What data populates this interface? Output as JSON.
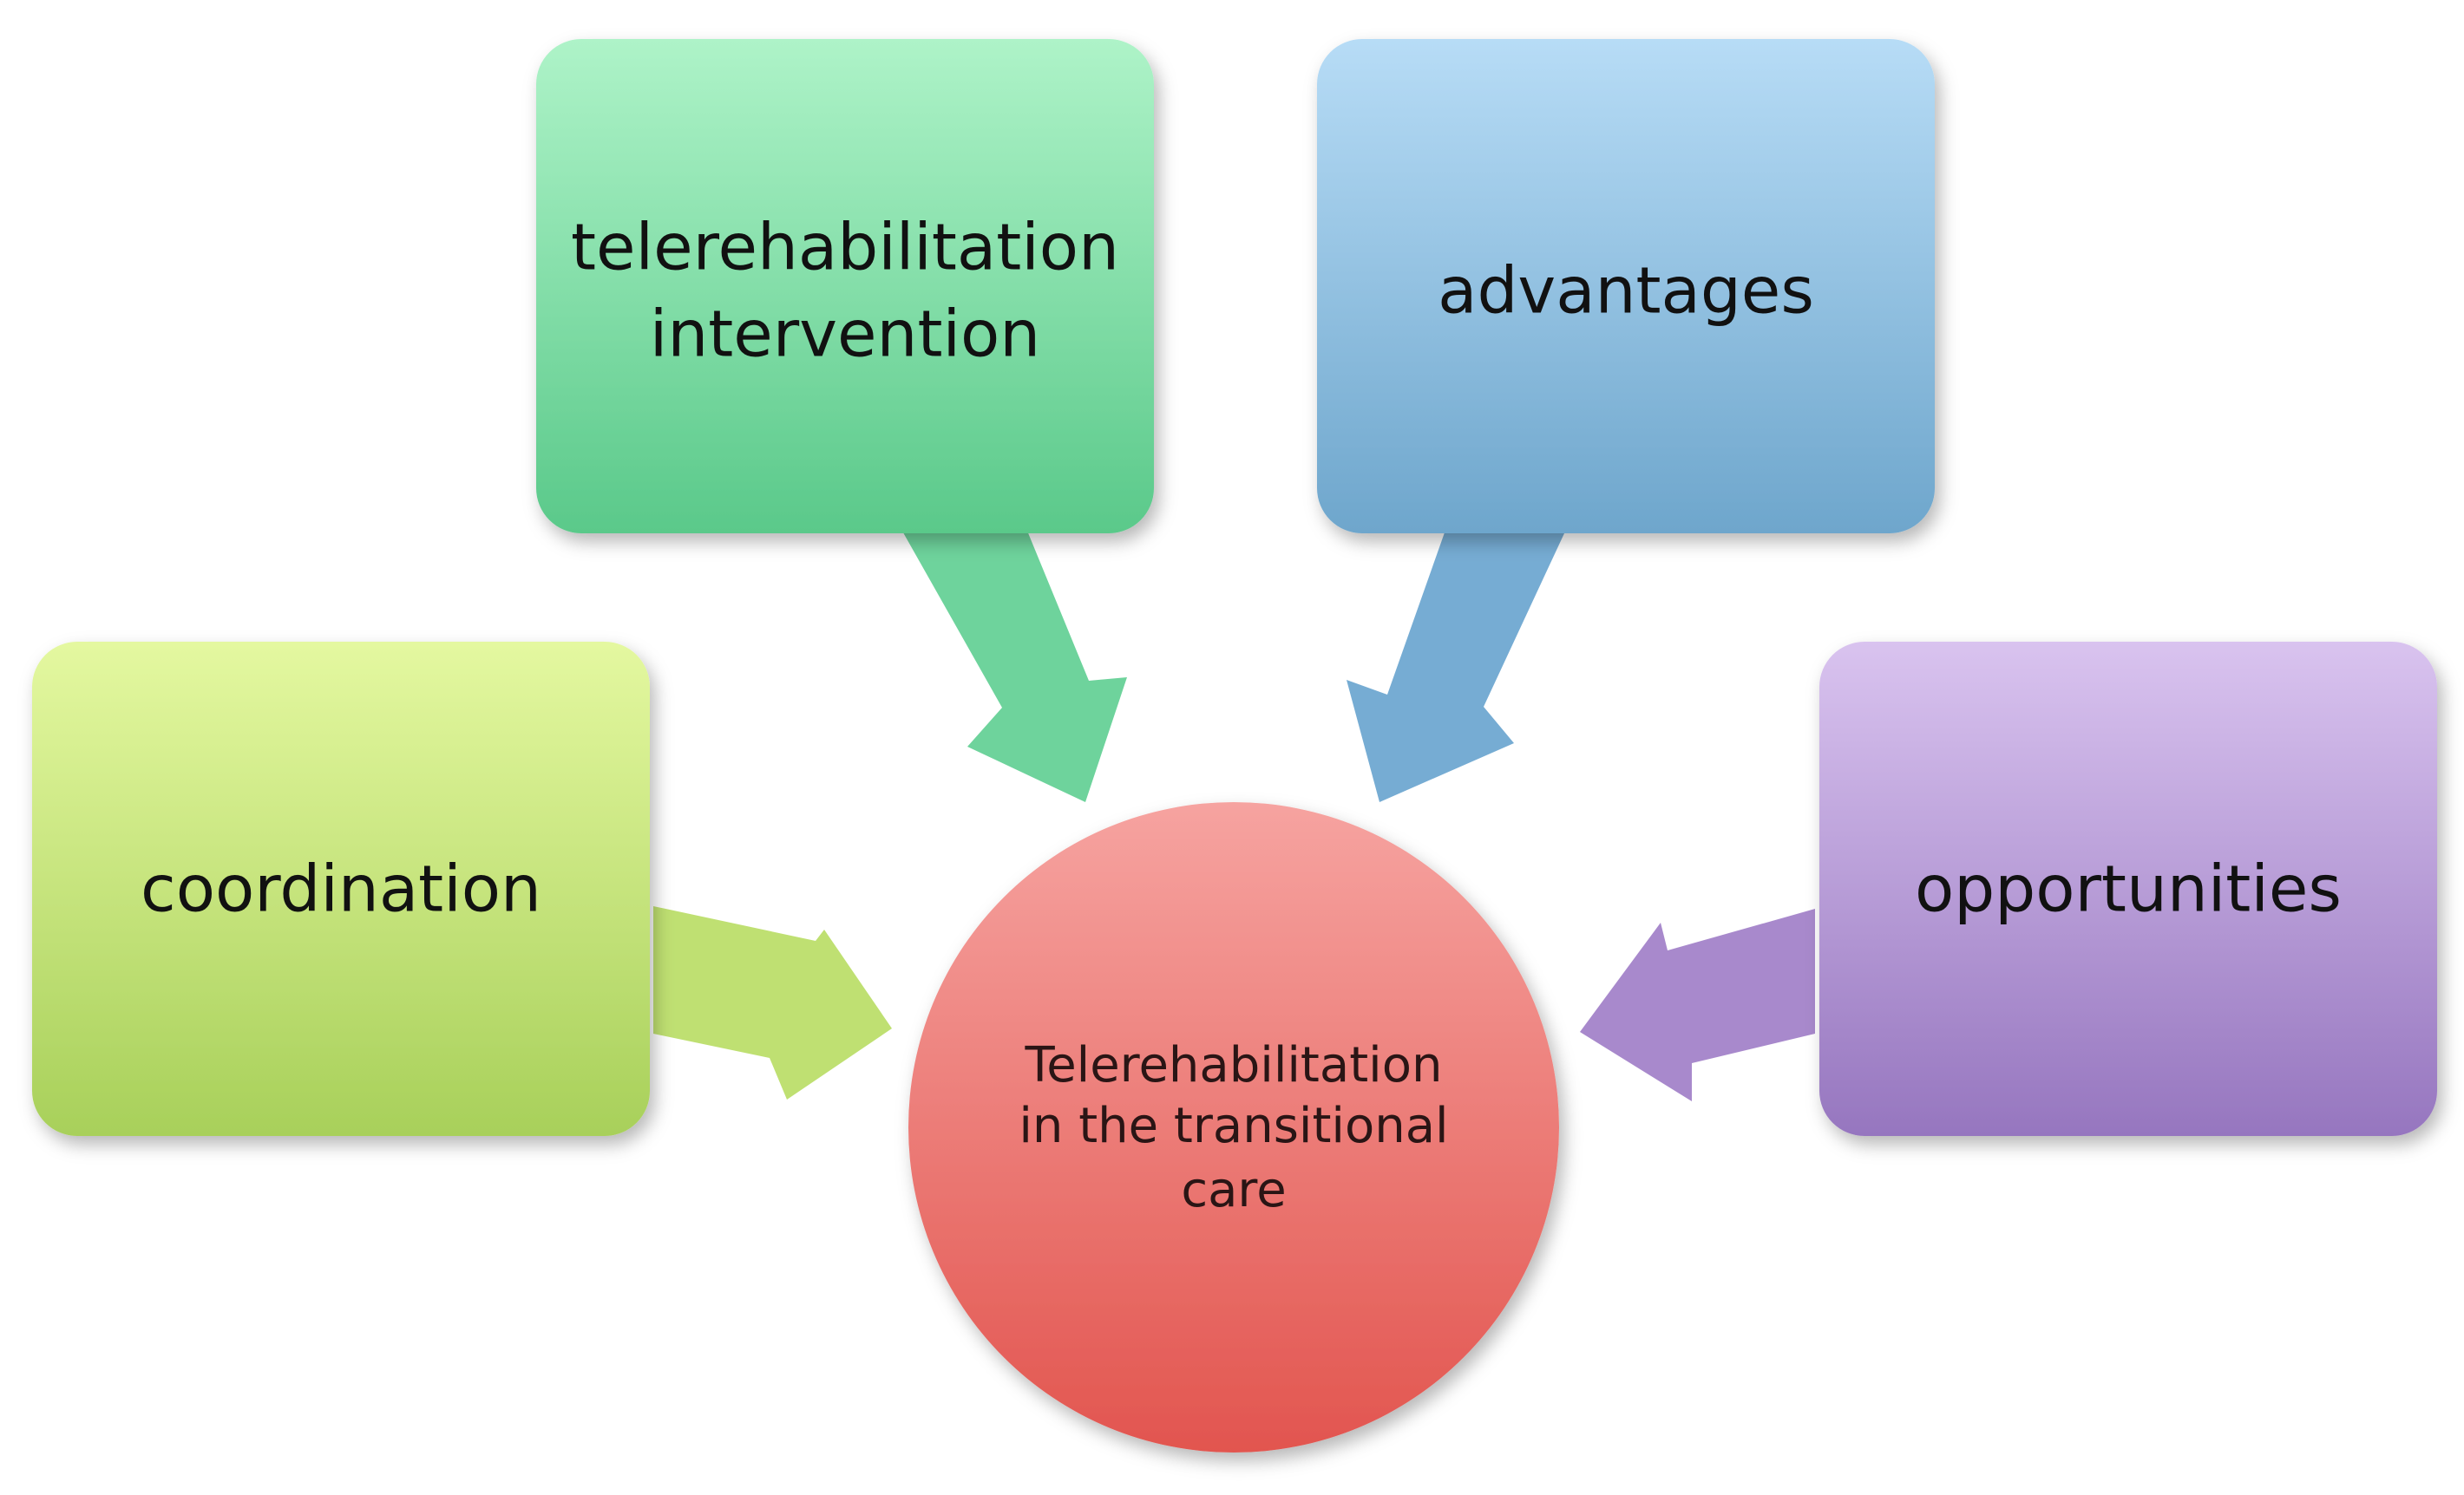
{
  "center": {
    "lines": [
      "Telerehabilitation",
      "in the transitional",
      "care"
    ],
    "color_top": "#f6a3a0",
    "color_bottom": "#e2554f"
  },
  "nodes": [
    {
      "id": "telerehabilitation-intervention",
      "lines": [
        "telerehabilitation",
        "intervention"
      ],
      "color_top": "#aef3c8",
      "color_bottom": "#5ac98a",
      "arrow_color": "#6ed39c"
    },
    {
      "id": "advantages",
      "lines": [
        "advantages"
      ],
      "color_top": "#b7dcf6",
      "color_bottom": "#6ea6cc",
      "arrow_color": "#76acd3"
    },
    {
      "id": "coordination",
      "lines": [
        "coordination"
      ],
      "color_top": "#e4f8a0",
      "color_bottom": "#a8d05a",
      "arrow_color": "#bfe072"
    },
    {
      "id": "opportunities",
      "lines": [
        "opportunities"
      ],
      "color_top": "#d9c3ef",
      "color_bottom": "#9676bf",
      "arrow_color": "#a889cc"
    }
  ]
}
